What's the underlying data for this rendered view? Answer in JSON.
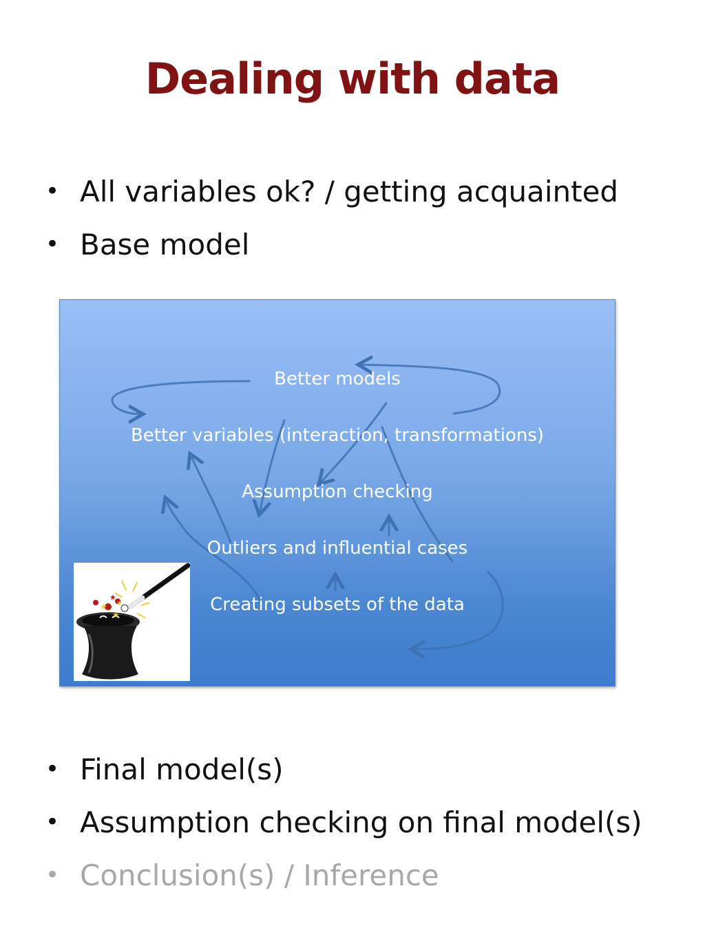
{
  "slide": {
    "title": "Dealing with data"
  },
  "top_bullets": [
    "All variables ok? / getting acquainted",
    "Base model"
  ],
  "diagram": {
    "steps": [
      "Better models",
      "Better variables (interaction, transformations)",
      "Assumption checking",
      "Outliers and influential cases",
      "Creating subsets of the data"
    ],
    "illustration": "magic-hat-with-wand-icon",
    "colors": {
      "background_top": "#99bff6",
      "background_bottom": "#3d7ccd",
      "arrow": "#3f72b4",
      "step_text": "#ffffff"
    }
  },
  "bottom_bullets": [
    "Final model(s)",
    "Assumption checking on final model(s)",
    "Conclusion(s) / Inference"
  ],
  "colors": {
    "title": "#7f1212",
    "body_text": "#111111",
    "muted_text": "#a8a8a8"
  }
}
